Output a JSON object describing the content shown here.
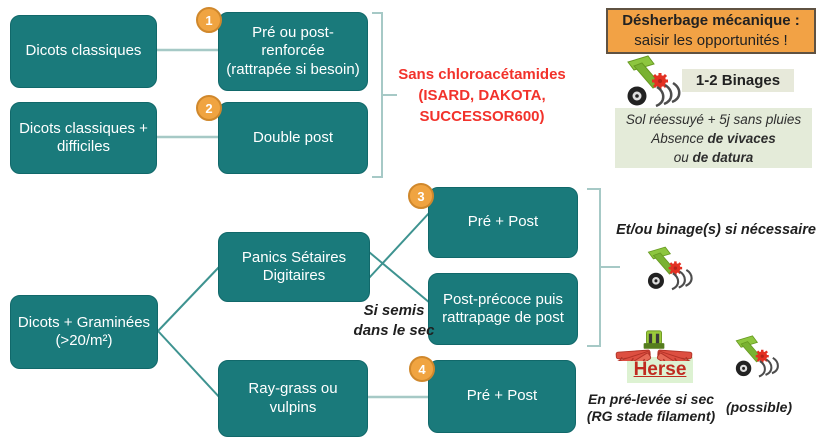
{
  "colors": {
    "teal": "#1A7A7B",
    "teal_border": "#11686A",
    "light_line": "#A6C9C6",
    "teal_line": "#3E9390",
    "badge": "#F0A441",
    "badge_border": "#D0882C",
    "red": "#F2322B",
    "orange_panel": "#F2A245",
    "orange_panel_border": "#5F5242",
    "pale_box": "#E7E9DA",
    "pale_panel": "#E4EBD9",
    "herse_bg": "#DDF2D2",
    "herse_red": "#C02B20"
  },
  "nodes": {
    "dicots_classiques": {
      "label": "Dicots classiques"
    },
    "dicots_difficiles": {
      "label": "Dicots classiques +\ndifficiles"
    },
    "pre_ou_post": {
      "label": "Pré ou post-\nrenforcée\n(rattrapée si besoin)"
    },
    "double_post": {
      "label": "Double post"
    },
    "dicots_graminees": {
      "label": "Dicots + Graminées\n(>20/m²)"
    },
    "panics": {
      "label": "Panics Sétaires\nDigitaires"
    },
    "pre_post_3": {
      "label": "Pré + Post"
    },
    "post_precoce": {
      "label": "Post-précoce puis\nrattrapage de post"
    },
    "ray_grass": {
      "label": "Ray-grass ou\nvulpins"
    },
    "pre_post_4": {
      "label": "Pré + Post"
    }
  },
  "badges": {
    "b1": "1",
    "b2": "2",
    "b3": "3",
    "b4": "4"
  },
  "annotations": {
    "sans_chloro": "Sans chloroacétamides\n(ISARD, DAKOTA,\nSUCCESSOR600)",
    "si_semis": "Si semis\ndans le sec",
    "et_ou_binage": "Et/ou binage(s) si nécessaire",
    "en_pre_levee": "En pré-levée si sec\n(RG stade filament)",
    "possible": "(possible)"
  },
  "mechanical": {
    "title_line1": "Désherbage mécanique :",
    "title_line2": "saisir les opportunités !",
    "binages": "1-2 Binages",
    "conditions_line1": "Sol réessuyé + 5j sans pluies",
    "conditions_line2_regular": "Absence ",
    "conditions_line2_bold": "de vivaces",
    "conditions_line3_regular": "ou ",
    "conditions_line3_bold": "de datura",
    "herse": "Herse"
  },
  "icons": {
    "cultivator": "inter-row hoe (binage) clipart",
    "harrow": "herse (tine harrow) clipart"
  }
}
